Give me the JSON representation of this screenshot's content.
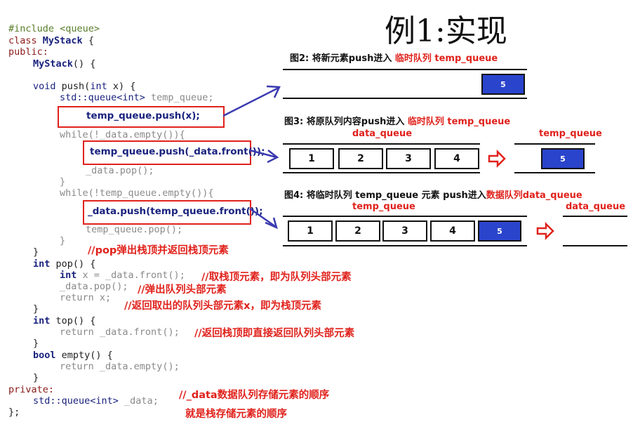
{
  "slide_title": "例1:实现",
  "code_lines": {
    "l1": "#include <queue>",
    "l2_kw": "class",
    "l2_name": "MyStack",
    "l2_brace": " {",
    "l3": "public:",
    "l4_fn": "MyStack",
    "l4_rest": "() {",
    "l5_kw": "void",
    "l5_fn": "push",
    "l5_a": "(",
    "l5_int": "int",
    "l5_b": " x) {",
    "l6_a": "std::queue<int>",
    "l6_b": " temp_queue;",
    "l8": "while(!_data.empty()){",
    "l10": "_data.pop();",
    "l11": "}",
    "l12": "while(!temp_queue.empty()){",
    "l14": "temp_queue.pop();",
    "l15": "}",
    "l16": "}",
    "l17_kw": "int",
    "l17_rest": " pop() {",
    "l18_kw": "int",
    "l18_rest": " x = _data.front();",
    "l19": "_data.pop();",
    "l20_kw": "return",
    "l20_rest": " x;",
    "l21": "}",
    "l22_kw": "int",
    "l22_rest": " top() {",
    "l23_kw": "return",
    "l23_rest": " _data.front();",
    "l24": "}",
    "l25_kw": "bool",
    "l25_rest": " empty() {",
    "l26_kw": "return",
    "l26_rest": " _data.empty();",
    "l27": "}",
    "l28": "private:",
    "l29_a": "std::queue<int>",
    "l29_b": " _data;",
    "l30": "};"
  },
  "boxed": {
    "b1": "temp_queue.push(x);",
    "b2": "temp_queue.push(_data.front());",
    "b3": "_data.push(temp_queue.front());"
  },
  "comments": {
    "c1": "//pop弹出栈顶并返回栈顶元素",
    "c2": "//取栈顶元素，即为队列头部元素",
    "c3": "//弹出队列头部元素",
    "c4": "//返回取出的队列头部元素x，即为栈顶元素",
    "c5": "//返回栈顶即直接返回队列头部元素",
    "c6": "//_data数据队列存储元素的顺序",
    "c7": "就是栈存储元素的顺序"
  },
  "fig2": {
    "prefix": "图2: 将新元素push进入",
    "highlight": "临时队列  temp_queue",
    "cells": [
      "5"
    ]
  },
  "fig3": {
    "prefix": "图3: 将原队列内容push进入",
    "highlight": "临时队列  temp_queue",
    "left_label": "data_queue",
    "right_label": "temp_queue",
    "left_cells": [
      "1",
      "2",
      "3",
      "4"
    ],
    "right_cells": [
      "5"
    ]
  },
  "fig4": {
    "prefix": "图4: 将临时队列 temp_queue 元素 push进入",
    "highlight": "数据队列data_queue",
    "left_label": "temp_queue",
    "right_label": "data_queue",
    "left_cells": [
      "1",
      "2",
      "3",
      "4",
      "5"
    ]
  },
  "colors": {
    "accent_red": "#e0221c",
    "cell_blue": "#2a44cc",
    "arrow_blue": "#3a3ab0"
  }
}
